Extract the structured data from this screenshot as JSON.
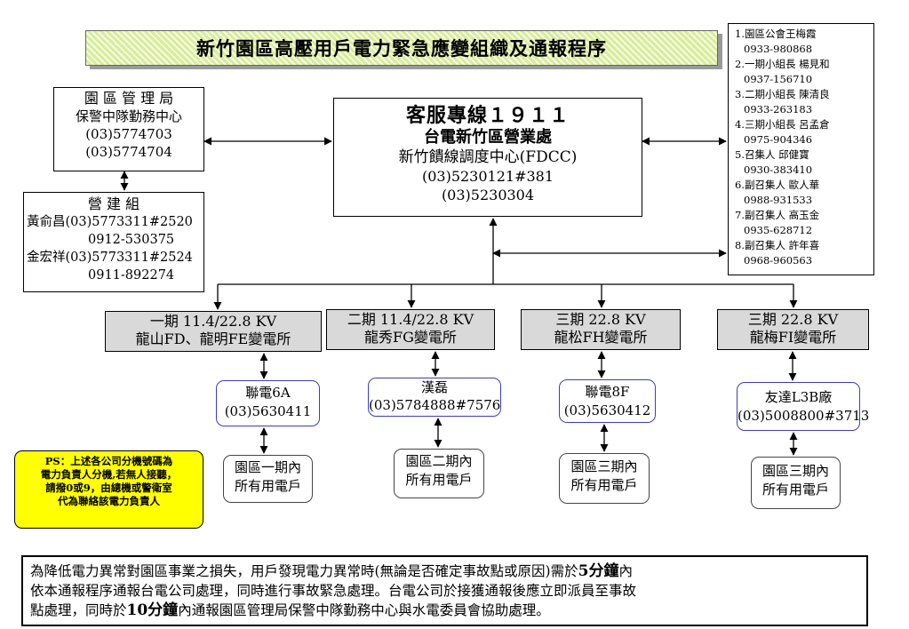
{
  "title": "新竹園區高壓用戶電力緊急應變組織及通報程序",
  "admin_bureau": {
    "lines": [
      "園 區 管 理 局",
      "保警中隊勤務中心",
      "(03)5774703",
      "(03)5774704"
    ]
  },
  "construction": {
    "lines": [
      "營 建 組",
      "黃俞昌(03)5773311#2520",
      "0912-530375",
      "金宏祥(03)5773311#2524",
      "0911-892274"
    ]
  },
  "hotline": {
    "line1": "客服專線１９１１",
    "line2": "台電新竹區營業處",
    "line3": "新竹饋線調度中心(FDCC)",
    "line4": "(03)5230121#381",
    "line5": "(03)5230304"
  },
  "contacts": [
    "1.園區公會王梅霞",
    "0933-980868",
    "2.一期小組長 楊見和",
    "0937-156710",
    "3.二期小組長 陳清良",
    "0933-263183",
    "4.三期小組長 呂孟倉",
    "0975-904346",
    "5.召集人 邱健寶",
    "0930-383410",
    "6.副召集人 歐人華",
    "0988-931533",
    "7.副召集人 高玉金",
    "0935-628712",
    "8.副召集人 許年喜",
    "0968-960563"
  ],
  "substations": [
    {
      "line1": "一期 11.4/22.8 KV",
      "line2": "龍山FD、龍明FE變電所"
    },
    {
      "line1": "二期 11.4/22.8 KV",
      "line2": "龍秀FG變電所"
    },
    {
      "line1": "三期 22.8 KV",
      "line2": "龍松FH變電所"
    },
    {
      "line1": "三期 22.8 KV",
      "line2": "龍梅FI變電所"
    }
  ],
  "companies": [
    {
      "name": "聯電6A",
      "phone": "(03)5630411"
    },
    {
      "name": "漢磊",
      "phone": "(03)5784888#7576"
    },
    {
      "name": "聯電8F",
      "phone": "(03)5630412"
    },
    {
      "name": "友達L3B廠",
      "phone": "(03)5008800#3713"
    }
  ],
  "users": [
    {
      "line1": "園區一期內",
      "line2": "所有用電戶"
    },
    {
      "line1": "園區二期內",
      "line2": "所有用電戶"
    },
    {
      "line1": "園區三期內",
      "line2": "所有用電戶"
    },
    {
      "line1": "園區三期內",
      "line2": "所有用電戶"
    }
  ],
  "ps_note": [
    "PS：上述各公司分機號碼為",
    "電力負責人分機,若無人接聽，",
    "請撥0或9，由總機或警衛室",
    "代為聯絡該電力負責人"
  ],
  "notice": {
    "l1a": "為降低電力異常對園區事業之損失，用戶發現電力異常時(無論是否確定事故點或原因)需於",
    "l1b": "5分鐘",
    "l1c": "內",
    "l2": "依本通報程序通報台電公司處理，同時進行事故緊急處理。台電公司於接獲通報後應立即派員至事故",
    "l3a": "點處理，同時於",
    "l3b": "10分鐘",
    "l3c": "內通報園區管理局保警中隊勤務中心與水電委員會協助處理。"
  }
}
